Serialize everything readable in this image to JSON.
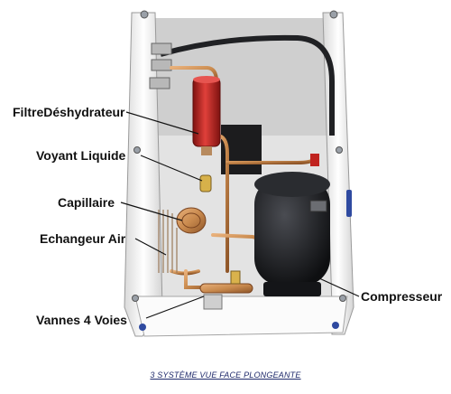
{
  "labels": {
    "filtre": "FiltreDéshydrateur",
    "voyant": "Voyant Liquide",
    "capillaire": "Capillaire",
    "echangeur": "Echangeur Air",
    "vannes": "Vannes 4 Voies",
    "compresseur": "Compresseur"
  },
  "caption": "3 SYSTÈME VUE FACE PLONGEANTE",
  "colors": {
    "frame": "#f3f3f3",
    "copper": "#c98a4e",
    "filter_red": "#c0231f",
    "compressor": "#1b1c1f",
    "caption": "#1f2a6b",
    "leader": "#111111"
  }
}
